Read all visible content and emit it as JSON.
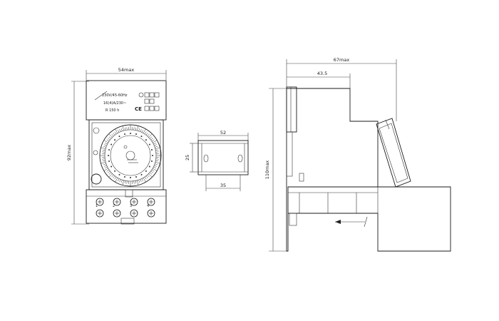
{
  "front_view": {
    "width_label": "54max",
    "height_label": "92max",
    "rating_line_1": "230V/45-60Hz",
    "rating_line_2": "16(4)A/230~",
    "rating_line_3": "R 150 h",
    "ce_mark": "CE",
    "terminal_numbers": [
      "1",
      "2",
      "3",
      "4"
    ]
  },
  "rail_view": {
    "top_label": "52",
    "side_label": "25",
    "bottom_label": "35"
  },
  "side_view": {
    "total_depth_label": "67max",
    "inner_depth_label": "43.5",
    "height_label": "110max"
  }
}
